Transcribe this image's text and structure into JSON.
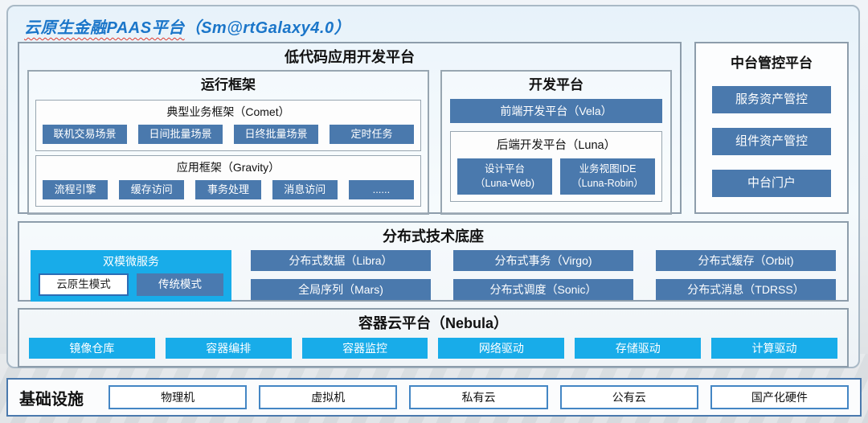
{
  "page": {
    "title_wavy_part": "云原生金融PAAS平台",
    "title_rest": "（Sm@rtGalaxy4.0）"
  },
  "lowcode": {
    "title": "低代码应用开发平台",
    "runtime": {
      "title": "运行框架",
      "groups": [
        {
          "title": "典型业务框架（Comet）",
          "items": [
            "联机交易场景",
            "日间批量场景",
            "日终批量场景",
            "定时任务"
          ]
        },
        {
          "title": "应用框架（Gravity）",
          "items": [
            "流程引擎",
            "缓存访问",
            "事务处理",
            "消息访问",
            "......"
          ]
        }
      ]
    },
    "dev": {
      "title": "开发平台",
      "frontend": "前端开发平台（Vela）",
      "backend": {
        "title": "后端开发平台（Luna）",
        "items": [
          {
            "line1": "设计平台",
            "line2": "（Luna-Web)"
          },
          {
            "line1": "业务视图IDE",
            "line2": "（Luna-Robin）"
          }
        ]
      }
    }
  },
  "midplatform": {
    "title": "中台管控平台",
    "items": [
      "服务资产管控",
      "组件资产管控",
      "中台门户"
    ]
  },
  "distributed": {
    "title": "分布式技术底座",
    "dual_mode": {
      "title": "双模微服务",
      "items": [
        "云原生模式",
        "传统模式"
      ]
    },
    "grid_items": [
      "分布式数据（Libra）",
      "分布式事务（Virgo)",
      "分布式缓存（Orbit)",
      "全局序列（Mars)",
      "分布式调度（Sonic）",
      "分布式消息（TDRSS）"
    ]
  },
  "container_cloud": {
    "title": "容器云平台（Nebula）",
    "items": [
      "镜像仓库",
      "容器编排",
      "容器监控",
      "网络驱动",
      "存储驱动",
      "计算驱动"
    ]
  },
  "infrastructure": {
    "title": "基础设施",
    "items": [
      "物理机",
      "虚拟机",
      "私有云",
      "公有云",
      "国产化硬件"
    ]
  },
  "colors": {
    "steel_blue": "#4a79ad",
    "cyan": "#18ace9",
    "title_blue": "#1b76c9",
    "wavy_red": "#e03a2f"
  }
}
